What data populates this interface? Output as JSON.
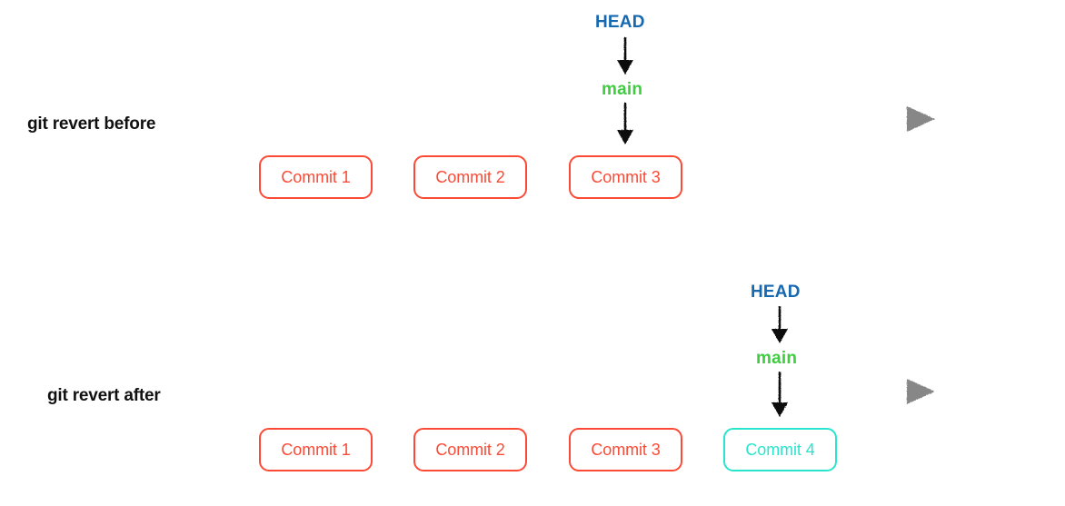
{
  "diagram": {
    "title_colors": {
      "head": "#1668b0",
      "main": "#40cc40",
      "commit_red": "#fb4b36",
      "commit_cyan": "#2ae5cd",
      "timeline_gray": "#878787",
      "label_black": "#111111",
      "background": "#ffffff"
    },
    "rows": [
      {
        "label": "git revert before",
        "head_label": "HEAD",
        "main_label": "main",
        "commits": [
          {
            "label": "Commit 1",
            "color": "red"
          },
          {
            "label": "Commit 2",
            "color": "red"
          },
          {
            "label": "Commit 3",
            "color": "red"
          }
        ],
        "head_points_to": "Commit 3"
      },
      {
        "label": "git revert after",
        "head_label": "HEAD",
        "main_label": "main",
        "commits": [
          {
            "label": "Commit 1",
            "color": "red"
          },
          {
            "label": "Commit 2",
            "color": "red"
          },
          {
            "label": "Commit 3",
            "color": "red"
          },
          {
            "label": "Commit 4",
            "color": "cyan"
          }
        ],
        "head_points_to": "Commit 4"
      }
    ]
  }
}
